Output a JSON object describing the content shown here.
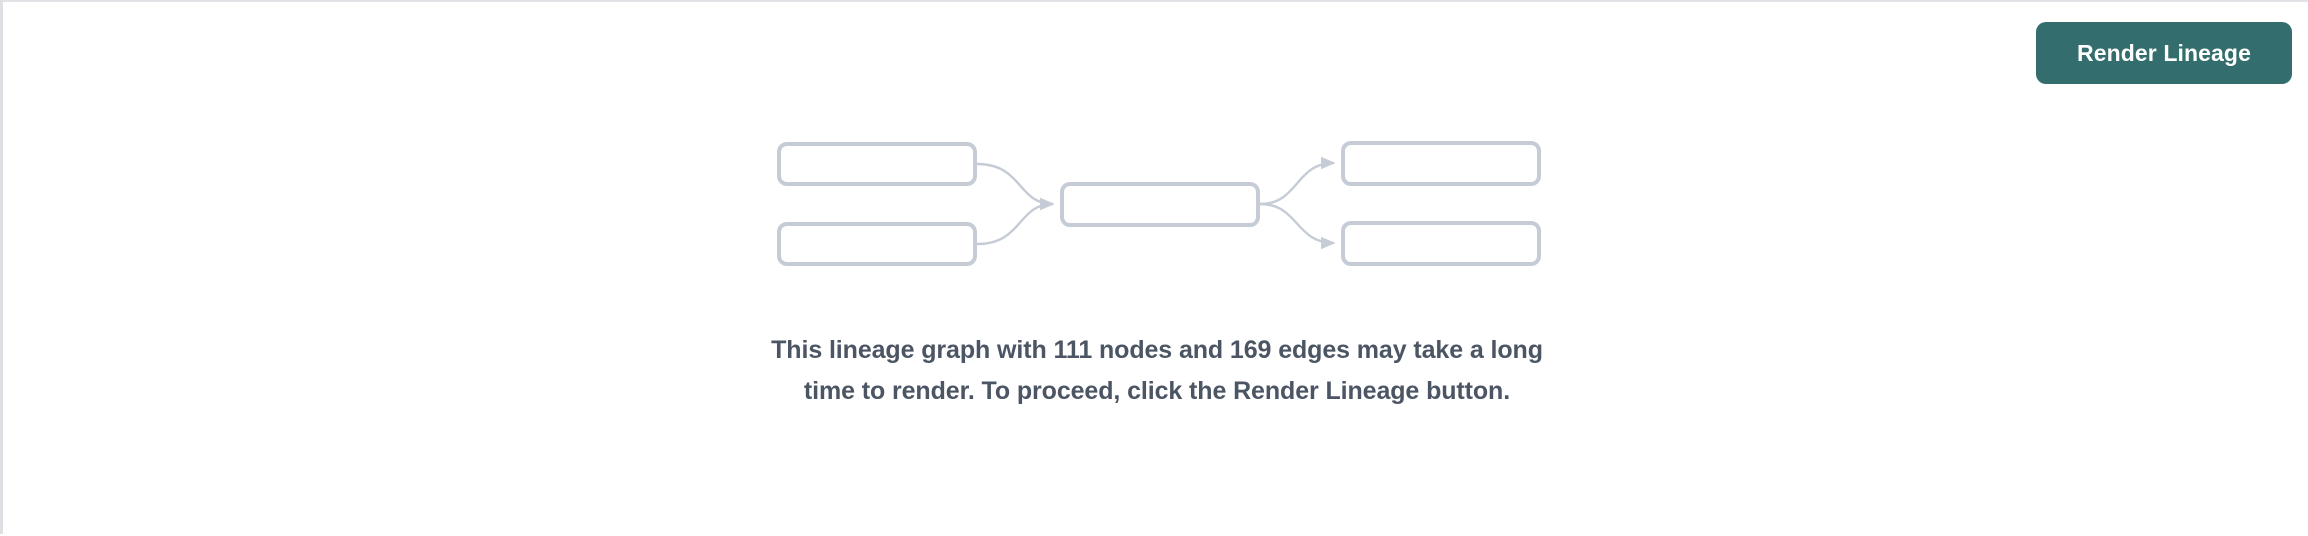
{
  "toolbar": {
    "render_lineage_label": "Render Lineage"
  },
  "lineage_placeholder": {
    "warning_message": "This lineage graph with 111 nodes and 169 edges may take a long time to render. To proceed, click the Render Lineage button.",
    "node_count": 111,
    "edge_count": 169,
    "illustration": {
      "node_labels": [
        "",
        "",
        "",
        "",
        ""
      ],
      "edges": [
        {
          "from": "source-1",
          "to": "center"
        },
        {
          "from": "source-2",
          "to": "center"
        },
        {
          "from": "center",
          "to": "target-1"
        },
        {
          "from": "center",
          "to": "target-2"
        }
      ]
    }
  },
  "colors": {
    "accent": "#336d6d",
    "node_border": "#c6ccd6",
    "edge": "#c6ccd6",
    "text": "#4b5563",
    "background": "#ffffff",
    "panel_border": "#e2e2e6"
  }
}
